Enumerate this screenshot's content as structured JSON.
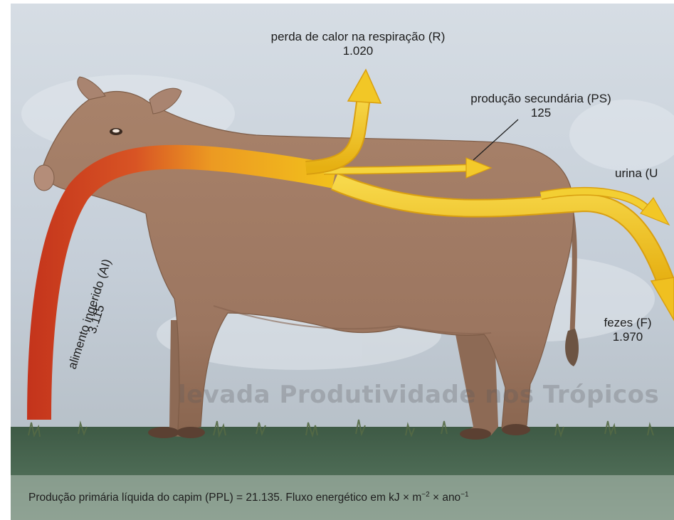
{
  "labels": {
    "respiration_title": "perda de calor na respiração (R)",
    "respiration_value": "1.020",
    "secondary_title": "produção secundária (PS)",
    "secondary_value": "125",
    "urine_title": "urina (U",
    "feces_title": "fezes (F)",
    "feces_value": "1.970",
    "ingested_title": "alimento ingerido (AI)",
    "ingested_value": "3.115"
  },
  "caption": {
    "text": "Produção primária líquida do capim (PPL) = 21.135. Fluxo energético em kJ × m",
    "exp1": "−2",
    "mid": " × ano",
    "exp2": "−1"
  },
  "background_text": {
    "heading_fragment": "levada Produtividade nos Trópicos"
  },
  "colors": {
    "sky": "#c9d3dc",
    "cow": "#a27b63",
    "grass": "#3f5a44",
    "flow_red": "#c93b20",
    "flow_yellow": "#f1c21a"
  }
}
